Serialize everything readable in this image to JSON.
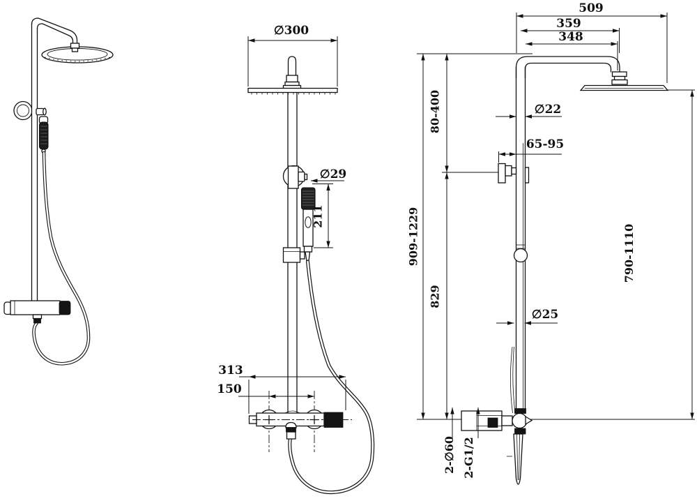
{
  "drawing": {
    "type": "technical-dimension-drawing",
    "subject": "thermostatic shower column with overhead rain shower and hand shower",
    "background_color": "#ffffff",
    "line_color": "#111111",
    "views": [
      "perspective",
      "front",
      "side"
    ],
    "front_dims": {
      "head_diameter": "∅300",
      "handshower_diameter": "∅29",
      "handshower_length": "211",
      "valve_width": "313",
      "inlet_spacing": "150"
    },
    "side_dims": {
      "overall_depth": "509",
      "arm_center_depth": "359",
      "arm_reach": "348",
      "bracket_range": "80-400",
      "riser_diameter": "∅22",
      "wall_clearance": "65-95",
      "total_height": "909-1229",
      "column_height": "829",
      "lower_riser_diameter": "∅25",
      "head_height": "790-1110",
      "flange_spec": "2-∅60",
      "thread_spec": "2-G1/2"
    }
  }
}
